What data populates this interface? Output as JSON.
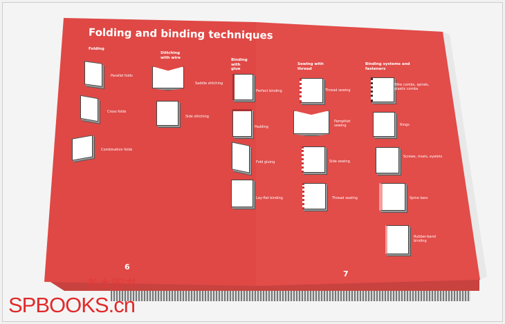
{
  "title": "Folding and binding techniques",
  "sections": {
    "folding": {
      "heading": "Folding",
      "items": [
        "Parallel folds",
        "Cross folds",
        "Combination folds"
      ]
    },
    "wire": {
      "heading": "Stitching with wire",
      "items": [
        "Saddle stitching",
        "Side stitching"
      ]
    },
    "glue": {
      "heading": "Binding with glue",
      "items": [
        "Perfect binding",
        "Padding",
        "Fold gluing",
        "Lay-flat binding"
      ]
    },
    "thread": {
      "heading": "Sewing with thread",
      "items": [
        "Thread sewing",
        "Pamphlet sewing",
        "Side sewing",
        "Thread sealing"
      ]
    },
    "systems": {
      "heading": "Binding systems and fasteners",
      "items": [
        "Wire combs, spirals, plastic combs",
        "Rings",
        "Screws, rivets, eyelets",
        "Spine bars",
        "Rubber-band binding"
      ]
    }
  },
  "page_numbers": [
    "6",
    "7"
  ],
  "watermark": {
    "cn": "善本图书",
    "en": "SPBOOKS.cn"
  },
  "colors": {
    "page": "#df4845",
    "watermark": "#e02a2a"
  }
}
